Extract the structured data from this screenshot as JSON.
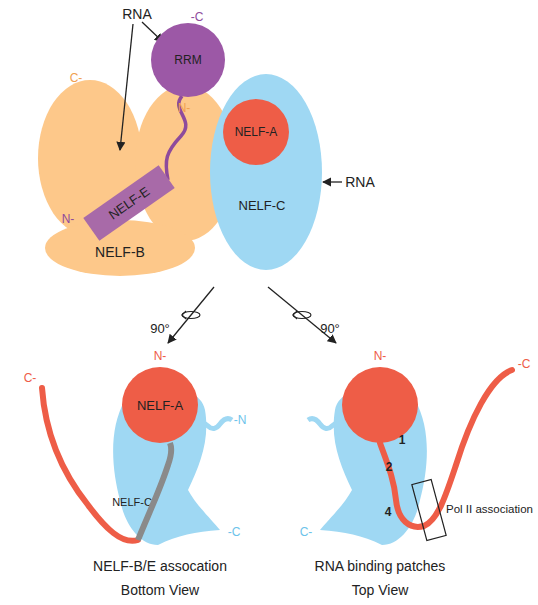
{
  "diagram": {
    "nodes": [
      {
        "text": [
          "RRM"
        ]
      },
      {
        "text": [
          "NELF-E"
        ]
      },
      {
        "text": [
          "NELF-B"
        ]
      },
      {
        "text": [
          "NELF-C"
        ]
      },
      {
        "text": [
          "NELF-A"
        ],
        "in": 3
      },
      {
        "text": [
          "NELF-A"
        ]
      },
      {
        "text": [
          "NELF-C"
        ]
      },
      {
        "text": [
          "Pol II association"
        ]
      }
    ],
    "labels": [
      "RNA",
      "-C",
      "C-",
      "N-",
      "N-",
      "RNA",
      "90°",
      "90°",
      "C-",
      "N-",
      "-N",
      "-C",
      "N-",
      "-C",
      "C-",
      "1",
      "2",
      "4",
      "NELF-B/E assocation",
      "Bottom View",
      "RNA binding patches",
      "Top View"
    ]
  }
}
